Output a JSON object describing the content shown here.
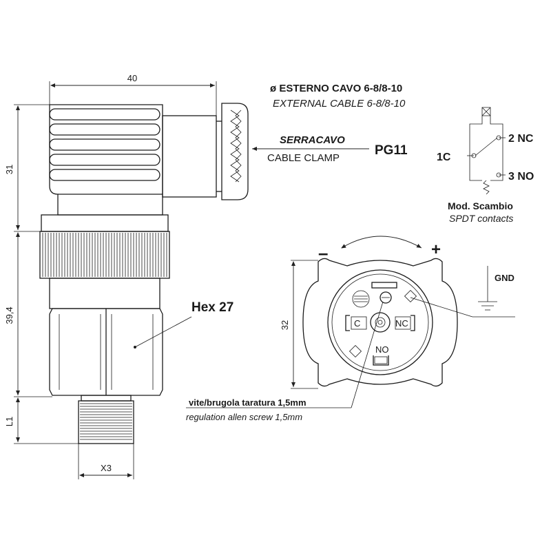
{
  "dimensions": {
    "top_width": "40",
    "height_top": "31",
    "height_mid": "39,4",
    "height_bottom": "L1",
    "thread": "X3",
    "face_height": "32"
  },
  "cable": {
    "title_it": "ø ESTERNO CAVO 6-8/8-10",
    "title_en": "EXTERNAL CABLE 6-8/8-10"
  },
  "clamp": {
    "it": "SERRACAVO",
    "en": "CABLE CLAMP",
    "size": "PG11"
  },
  "hex": {
    "label": "Hex 27"
  },
  "contacts": {
    "nc": "2 NC",
    "c": "1C",
    "no": "3 NO",
    "title_it": "Mod. Scambio",
    "title_en": "SPDT contacts"
  },
  "face": {
    "minus": "–",
    "plus": "+",
    "gnd": "GND",
    "pin_c": "C",
    "pin_nc": "NC",
    "pin_no": "NO"
  },
  "screw": {
    "it": "vite/brugola taratura 1,5mm",
    "en": "regulation allen screw 1,5mm"
  }
}
